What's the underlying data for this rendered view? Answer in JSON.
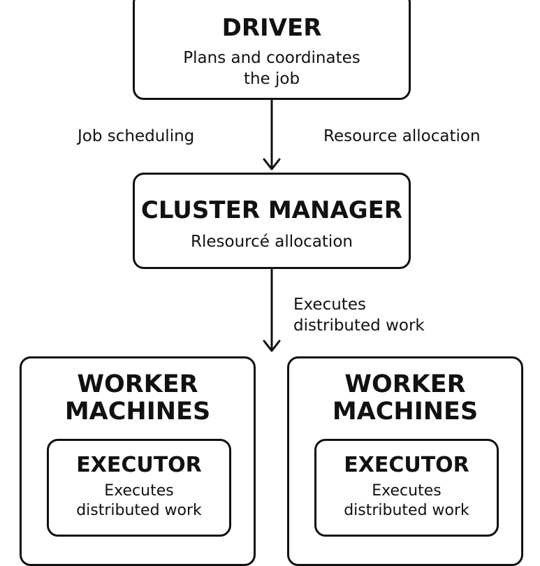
{
  "driver": {
    "title": "DRIVER",
    "subtitle_line1": "Plans and coordinates",
    "subtitle_line2": "the job"
  },
  "edges": {
    "left_label": "Job scheduling",
    "right_label": "Resource allocation",
    "lower_label_line1": "Executes",
    "lower_label_line2": "distributed work"
  },
  "cluster_manager": {
    "title": "CLUSTER MANAGER",
    "subtitle": "Rlesourcé allocation"
  },
  "workers": [
    {
      "title_line1": "WORKER",
      "title_line2": "MACHINES",
      "executor": {
        "title": "EXECUTOR",
        "desc_line1": "Executes",
        "desc_line2": "distributed work"
      }
    },
    {
      "title_line1": "WORKER",
      "title_line2": "MACHINES",
      "executor": {
        "title": "EXECUTOR",
        "desc_line1": "Executes",
        "desc_line2": "distributed work"
      }
    }
  ]
}
